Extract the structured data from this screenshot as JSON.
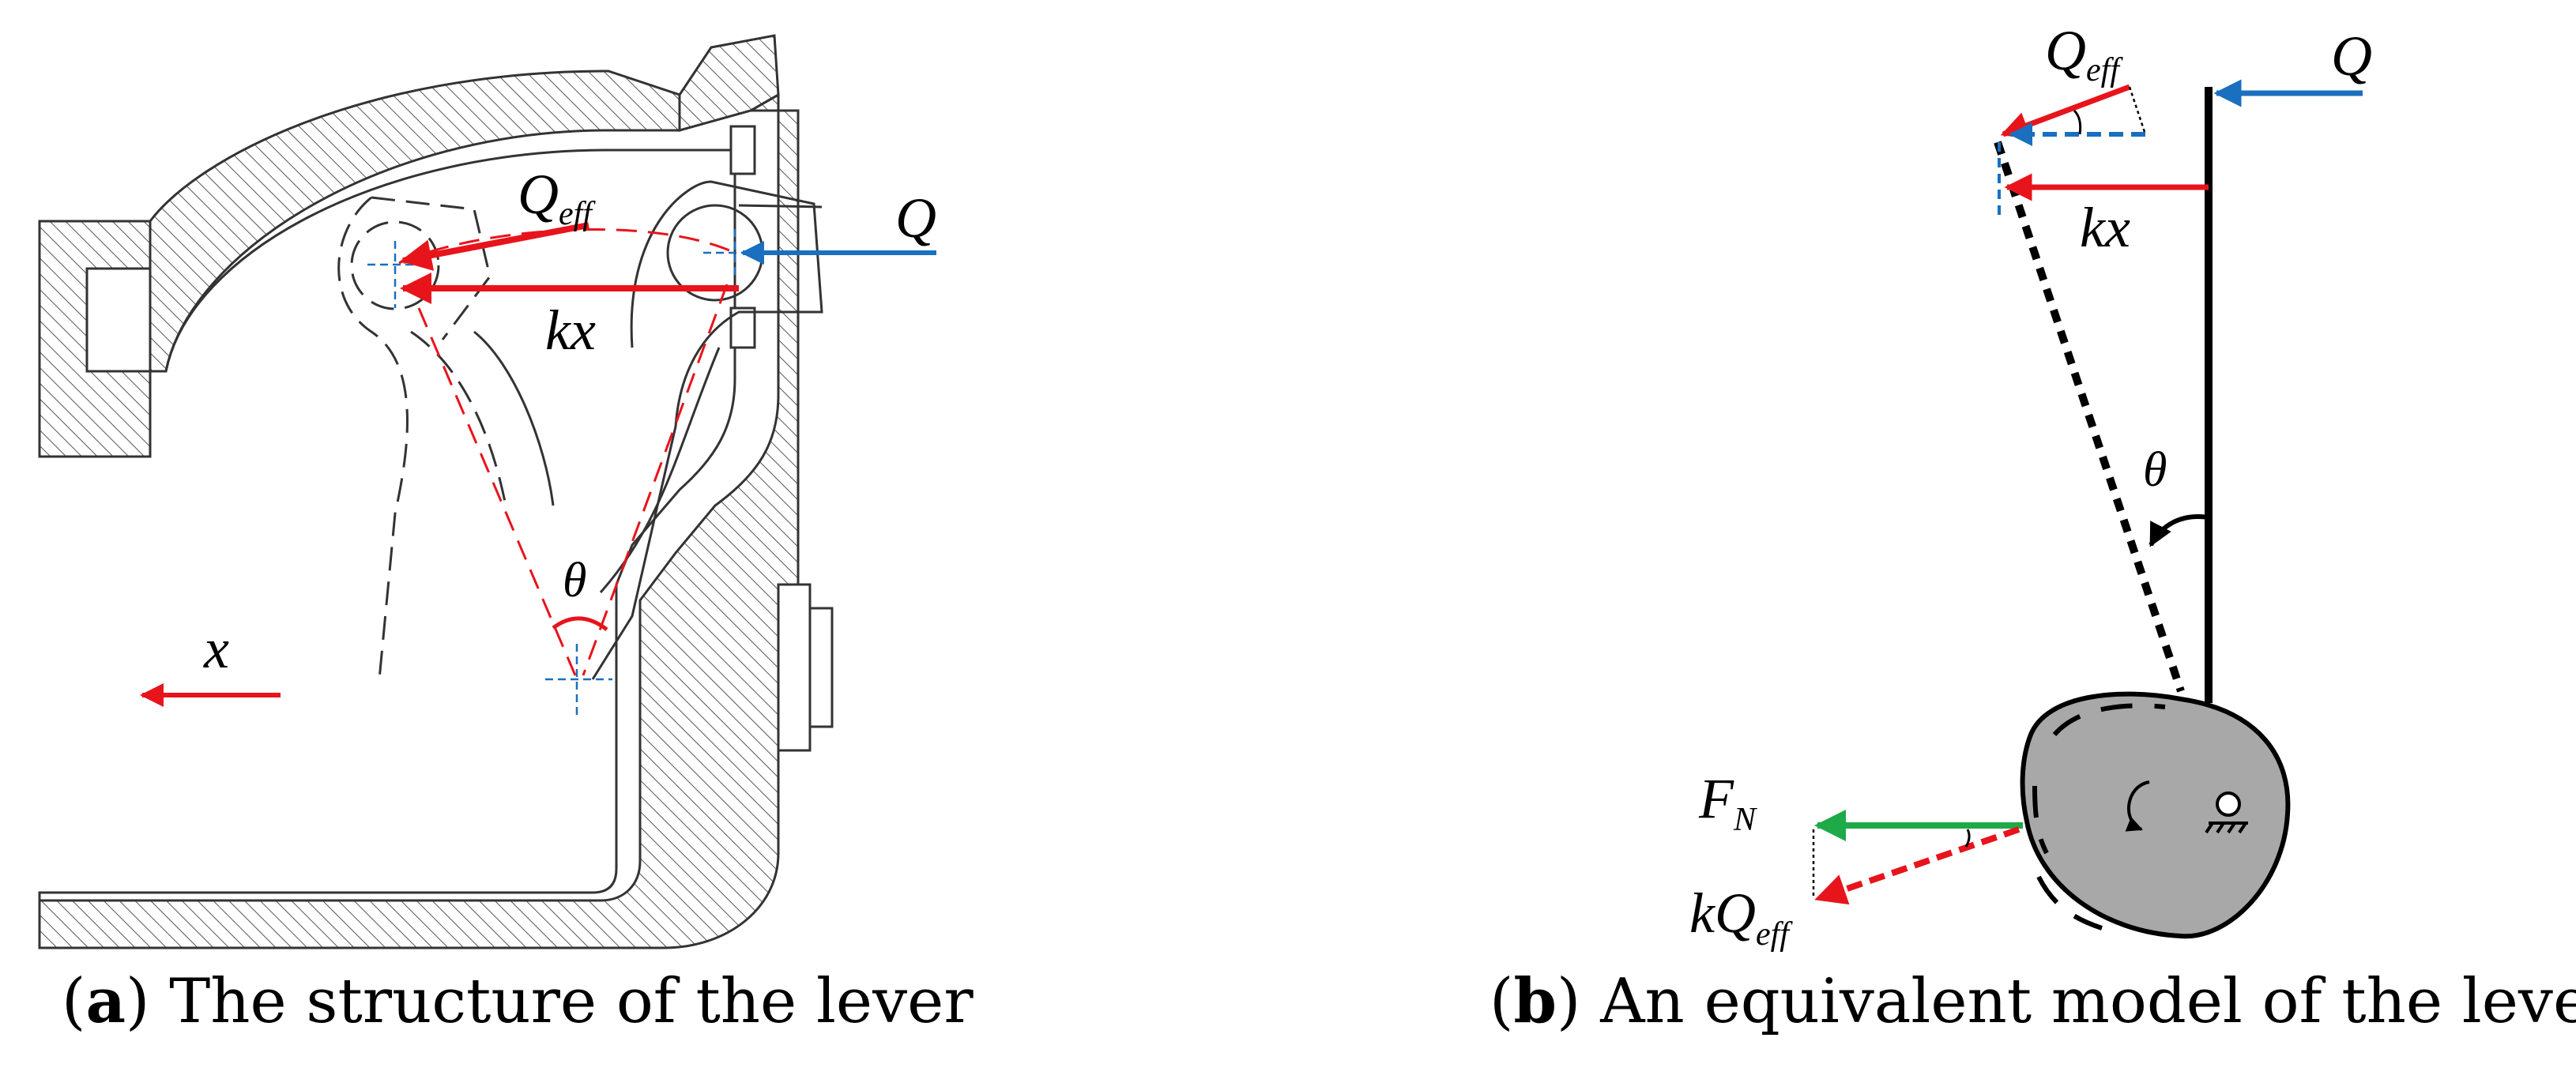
{
  "panel_a": {
    "caption_letter": "a",
    "caption_text": "The structure of the lever",
    "labels": {
      "q_eff_main": "Q",
      "q_eff_sub": "eff",
      "q": "Q",
      "kx": "kx",
      "theta": "θ",
      "x": "x"
    }
  },
  "panel_b": {
    "caption_letter": "b",
    "caption_text": "An equivalent model of the lever",
    "labels": {
      "q_eff_main": "Q",
      "q_eff_sub": "eff",
      "q": "Q",
      "kx": "kx",
      "theta": "θ",
      "fn_main": "F",
      "fn_sub": "N",
      "kq_main": "kQ",
      "kq_sub": "eff"
    }
  },
  "colors": {
    "red": "#e8141c",
    "blue": "#1a6fbf",
    "green": "#1eaa48",
    "gray_cam": "#a8a8a8",
    "hatch": "#555555"
  }
}
